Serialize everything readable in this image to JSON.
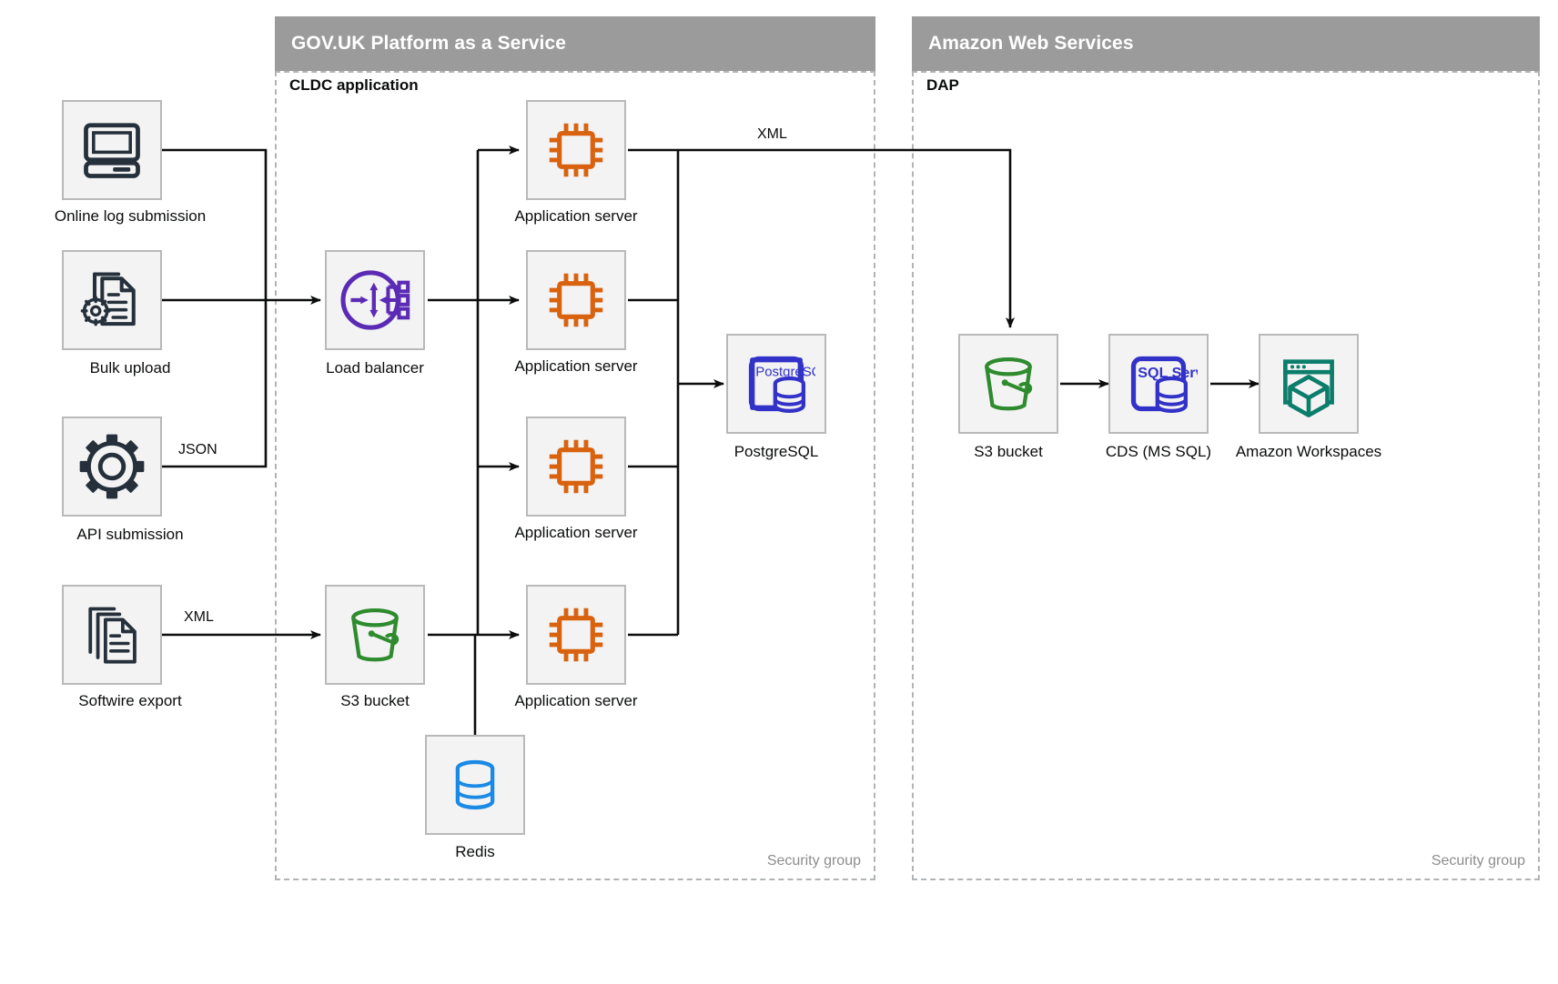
{
  "zones": [
    {
      "id": "paas",
      "title": "GOV.UK Platform as a Service",
      "group_label": "CLDC application",
      "security_label": "Security group"
    },
    {
      "id": "aws",
      "title": "Amazon Web Services",
      "group_label": "DAP",
      "security_label": "Security group"
    }
  ],
  "nodes": {
    "online_log": {
      "label": "Online log submission",
      "icon": "desktop-computer-icon",
      "color": "#25303b"
    },
    "bulk_upload": {
      "label": "Bulk upload",
      "icon": "document-gear-icon",
      "color": "#25303b"
    },
    "api_submission": {
      "label": "API submission",
      "icon": "gear-icon",
      "color": "#25303b"
    },
    "softwire_export": {
      "label": "Softwire export",
      "icon": "documents-stack-icon",
      "color": "#25303b"
    },
    "load_balancer": {
      "label": "Load balancer",
      "icon": "load-balancer-icon",
      "color": "#5b2bb5"
    },
    "app_server_1": {
      "label": "Application server",
      "icon": "cpu-chip-icon",
      "color": "#d9620f"
    },
    "app_server_2": {
      "label": "Application server",
      "icon": "cpu-chip-icon",
      "color": "#d9620f"
    },
    "app_server_3": {
      "label": "Application server",
      "icon": "cpu-chip-icon",
      "color": "#d9620f"
    },
    "app_server_4": {
      "label": "Application server",
      "icon": "cpu-chip-icon",
      "color": "#d9620f"
    },
    "postgresql": {
      "label": "PostgreSQL",
      "icon": "postgresql-icon",
      "color": "#3232c8",
      "badge_text": "PostgreSQL"
    },
    "s3_paas": {
      "label": "S3 bucket",
      "icon": "s3-bucket-icon",
      "color": "#2e8b2e"
    },
    "redis": {
      "label": "Redis",
      "icon": "database-cylinder-icon",
      "color": "#1a8ae5"
    },
    "s3_aws": {
      "label": "S3 bucket",
      "icon": "s3-bucket-icon",
      "color": "#2e8b2e"
    },
    "cds": {
      "label": "CDS (MS SQL)",
      "icon": "sql-server-icon",
      "color": "#3232c8",
      "badge_text": "SQL Server"
    },
    "workspaces": {
      "label": "Amazon Workspaces",
      "icon": "browser-cube-icon",
      "color": "#0a7d6b"
    }
  },
  "edge_labels": {
    "json": "JSON",
    "xml_softwire": "XML",
    "xml_to_s3": "XML"
  },
  "colors": {
    "zone_header_bg": "#9b9b9b",
    "zone_header_text": "#ffffff",
    "dashed_border": "#b1b4b6",
    "tile_bg": "#f3f3f3",
    "tile_border": "#b9b9b9",
    "wire": "#0b0c0c",
    "security_text": "#8d8d8d"
  }
}
